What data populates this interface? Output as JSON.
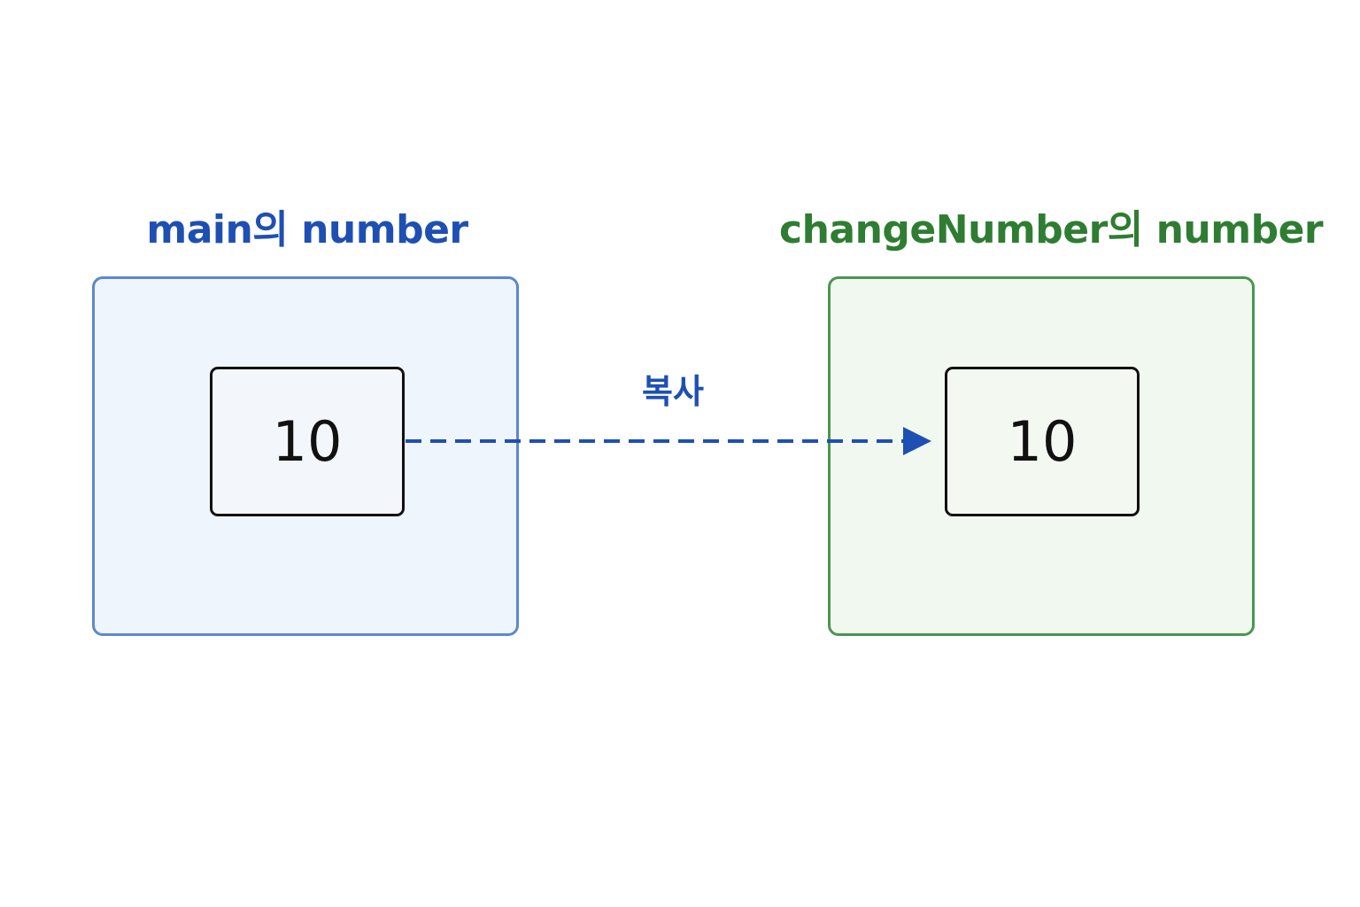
{
  "diagram": {
    "left_scope": {
      "title": "main의 number",
      "value": "10",
      "title_color": "#1e4fb3",
      "border_color": "#5b88cf",
      "fill_color": "#eff5fd"
    },
    "right_scope": {
      "title": "changeNumber의 number",
      "value": "10",
      "title_color": "#2e7d32",
      "border_color": "#4b9650",
      "fill_color": "#f1f8ef"
    },
    "arrow": {
      "label": "복사",
      "color": "#1e4fb3",
      "style": "dashed",
      "direction": "left-to-right"
    }
  }
}
